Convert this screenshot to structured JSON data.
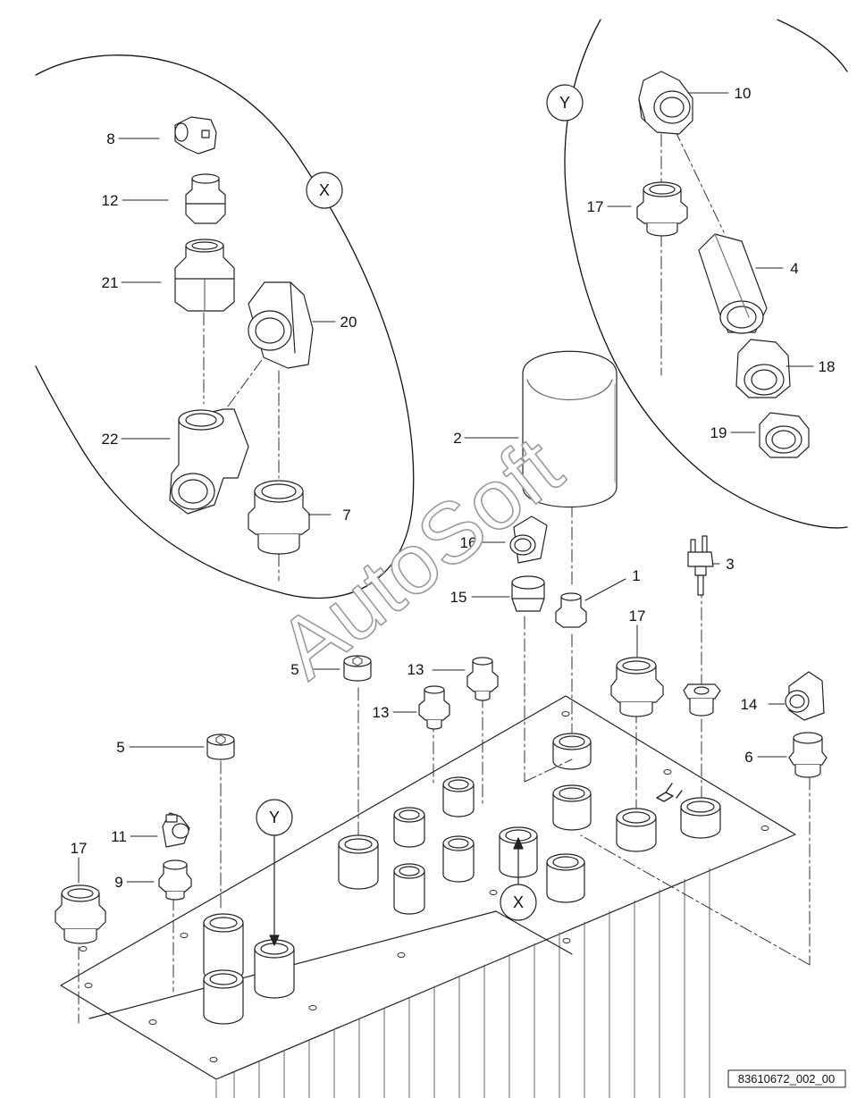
{
  "watermark": "AutoSoft",
  "reference_code": "83610672_002_00",
  "detail_markers": [
    "X",
    "Y"
  ],
  "callouts": [
    "1",
    "2",
    "3",
    "4",
    "5",
    "5",
    "6",
    "7",
    "8",
    "9",
    "10",
    "11",
    "12",
    "13",
    "13",
    "14",
    "15",
    "16",
    "17",
    "17",
    "17",
    "18",
    "19",
    "20",
    "21",
    "22"
  ]
}
